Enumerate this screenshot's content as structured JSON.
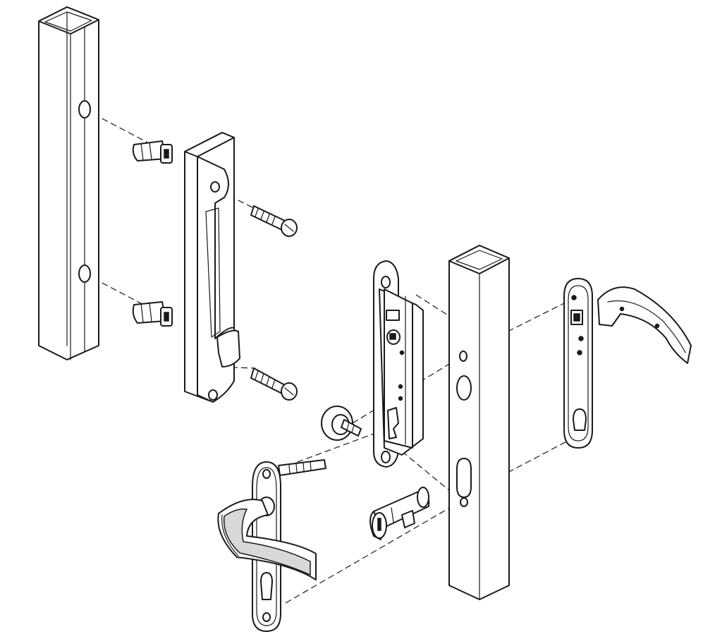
{
  "diagram": {
    "type": "exploded-assembly",
    "colors": {
      "line": "#1a1a1a",
      "background": "#ffffff",
      "shade": "#d8d8d8"
    },
    "parts": [
      "left-square-post",
      "wall-plug",
      "keeper-bracket",
      "fixing-screw",
      "mortise-lock-body",
      "right-square-post",
      "outer-lever-handle",
      "inner-lever-handle",
      "spindle",
      "rosette-bolt",
      "euro-cylinder"
    ]
  }
}
